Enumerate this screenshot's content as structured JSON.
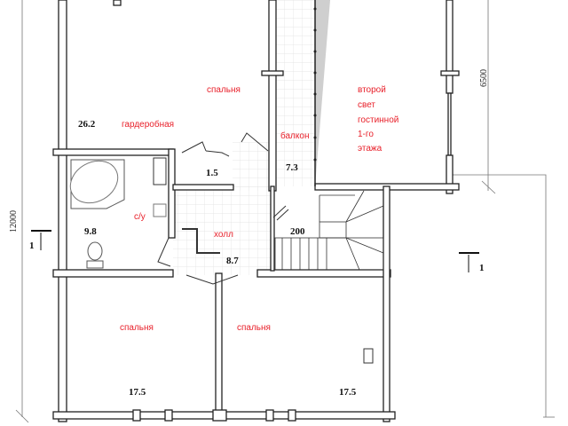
{
  "rooms": {
    "bedroom_top": {
      "label": "спальня",
      "area": "26.2"
    },
    "wardrobe": {
      "label": "гардеробная",
      "area": "1.5"
    },
    "balcony": {
      "label": "балкон",
      "area": "7.3"
    },
    "second_light": {
      "lines": [
        "второй",
        "свет",
        "гостинной",
        "1-го",
        "этажа"
      ]
    },
    "bathroom": {
      "label": "с/у",
      "area": "9.8"
    },
    "hall": {
      "label": "холл",
      "area": "8.7"
    },
    "bedroom_left": {
      "label": "спальня",
      "area": "17.5"
    },
    "bedroom_right": {
      "label": "спальня",
      "area": "17.5"
    }
  },
  "dimensions": {
    "overall": "12000",
    "right": "6500",
    "stair": "200"
  },
  "section_marks": {
    "left": "1",
    "right": "1"
  },
  "colors": {
    "label": "#e8202a",
    "wall": "#222222"
  }
}
